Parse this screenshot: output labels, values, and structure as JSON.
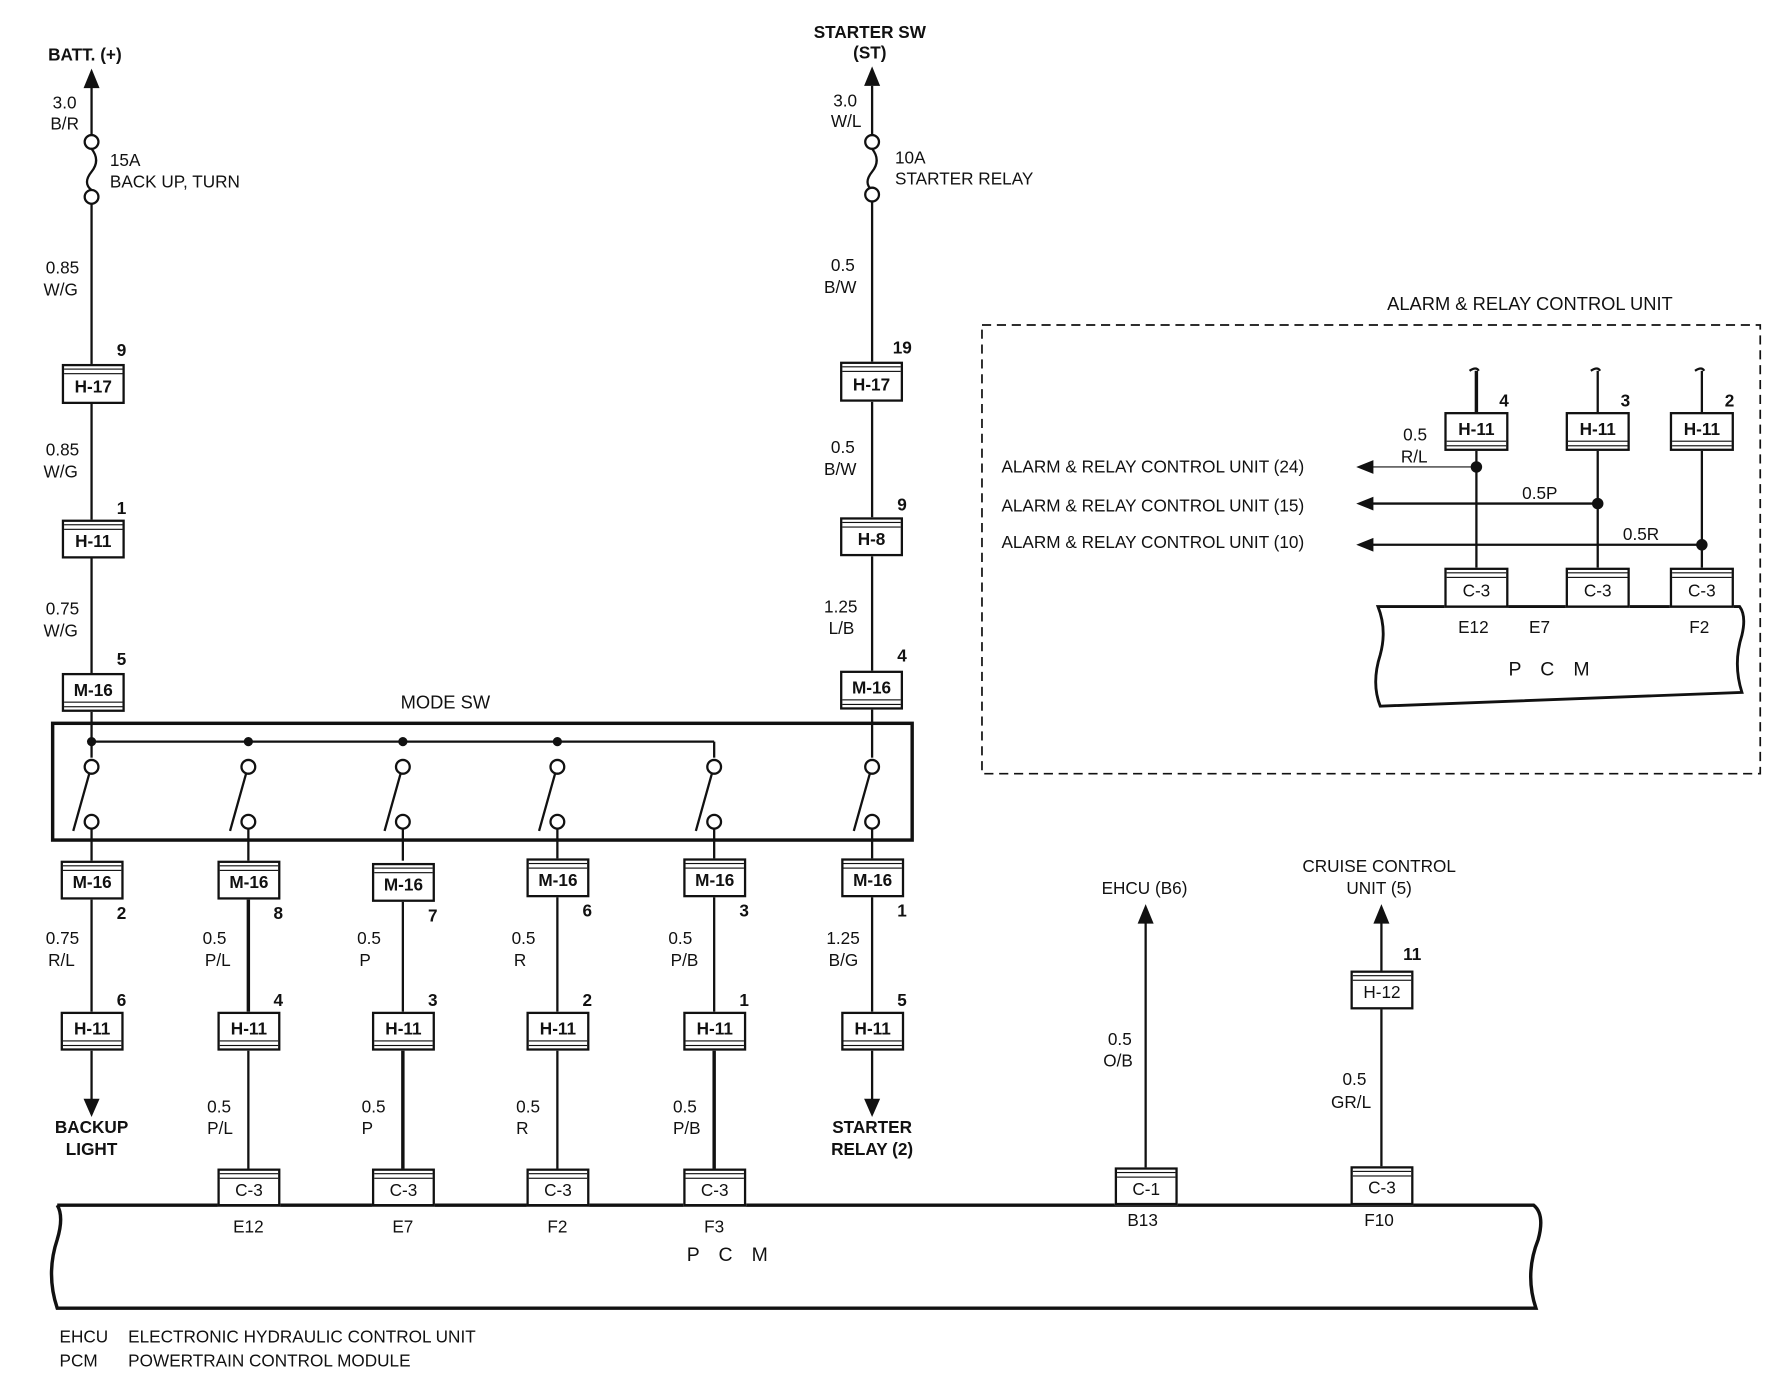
{
  "diagram": {
    "power_source": "BATT. (+)",
    "starter_source": [
      "STARTER SW",
      "(ST)"
    ],
    "fuse_1": {
      "rating": "15A",
      "name": "BACK UP, TURN"
    },
    "fuse_2": {
      "rating": "10A",
      "name": "STARTER RELAY"
    },
    "mode_switch_title": "MODE SW",
    "left_chain": {
      "wire_1": [
        "3.0",
        "B/R"
      ],
      "wire_2": [
        "0.85",
        "W/G"
      ],
      "h17": {
        "name": "H-17",
        "pin": "9"
      },
      "wire_3": [
        "0.85",
        "W/G"
      ],
      "h11": {
        "name": "H-11",
        "pin": "1"
      },
      "wire_4": [
        "0.75",
        "W/G"
      ],
      "m16": {
        "name": "M-16",
        "pin": "5"
      }
    },
    "right_chain": {
      "wire_1": [
        "3.0",
        "W/L"
      ],
      "wire_2": [
        "0.5",
        "B/W"
      ],
      "h17": {
        "name": "H-17",
        "pin": "19"
      },
      "wire_3": [
        "0.5",
        "B/W"
      ],
      "h8": {
        "name": "H-8",
        "pin": "9"
      },
      "wire_4": [
        "1.25",
        "L/B"
      ],
      "m16": {
        "name": "M-16",
        "pin": "4"
      }
    },
    "outputs": [
      {
        "m16": "M-16",
        "m16_pin": "2",
        "wire_a": [
          "0.75",
          "R/L"
        ],
        "h11": "H-11",
        "h11_pin": "6",
        "dest": [
          "BACKUP",
          "LIGHT"
        ]
      },
      {
        "m16": "M-16",
        "m16_pin": "8",
        "wire_a": [
          "0.5",
          "P/L"
        ],
        "h11": "H-11",
        "h11_pin": "4",
        "wire_b": [
          "0.5",
          "P/L"
        ],
        "c": "C-3",
        "pcm_pin": "E12"
      },
      {
        "m16": "M-16",
        "m16_pin": "7",
        "wire_a": [
          "0.5",
          "P"
        ],
        "h11": "H-11",
        "h11_pin": "3",
        "wire_b": [
          "0.5",
          "P"
        ],
        "c": "C-3",
        "pcm_pin": "E7"
      },
      {
        "m16": "M-16",
        "m16_pin": "6",
        "wire_a": [
          "0.5",
          "R"
        ],
        "h11": "H-11",
        "h11_pin": "2",
        "wire_b": [
          "0.5",
          "R"
        ],
        "c": "C-3",
        "pcm_pin": "F2"
      },
      {
        "m16": "M-16",
        "m16_pin": "3",
        "wire_a": [
          "0.5",
          "P/B"
        ],
        "h11": "H-11",
        "h11_pin": "1",
        "wire_b": [
          "0.5",
          "P/B"
        ],
        "c": "C-3",
        "pcm_pin": "F3"
      },
      {
        "m16": "M-16",
        "m16_pin": "1",
        "wire_a": [
          "1.25",
          "B/G"
        ],
        "h11": "H-11",
        "h11_pin": "5",
        "dest": [
          "STARTER",
          "RELAY (2)"
        ]
      }
    ],
    "ehcu": {
      "dest": "EHCU (B6)",
      "wire": [
        "0.5",
        "O/B"
      ],
      "c": "C-1",
      "pcm_pin": "B13"
    },
    "cruise": {
      "dest": [
        "CRUISE CONTROL",
        "UNIT (5)"
      ],
      "h12": "H-12",
      "h12_pin": "11",
      "wire": [
        "0.5",
        "GR/L"
      ],
      "c": "C-3",
      "pcm_pin": "F10"
    },
    "pcm_label": "P  C  M",
    "inset": {
      "title": "ALARM & RELAY CONTROL UNIT",
      "lines": [
        {
          "label": "ALARM & RELAY CONTROL UNIT (24)",
          "wire": [
            "0.5",
            "R/L"
          ],
          "h11_pin": "4",
          "pcm_pin": "E12"
        },
        {
          "label": "ALARM & RELAY CONTROL UNIT (15)",
          "wire": "0.5P",
          "h11_pin": "3",
          "pcm_pin": "E7"
        },
        {
          "label": "ALARM & RELAY CONTROL UNIT (10)",
          "wire": "0.5R",
          "h11_pin": "2",
          "pcm_pin": "F2"
        }
      ],
      "h11": "H-11",
      "c": "C-3",
      "pcm_label": "P  C  M"
    },
    "legend": [
      {
        "abbr": "EHCU",
        "text": "ELECTRONIC HYDRAULIC CONTROL UNIT"
      },
      {
        "abbr": "PCM",
        "text": "POWERTRAIN CONTROL MODULE"
      }
    ]
  }
}
